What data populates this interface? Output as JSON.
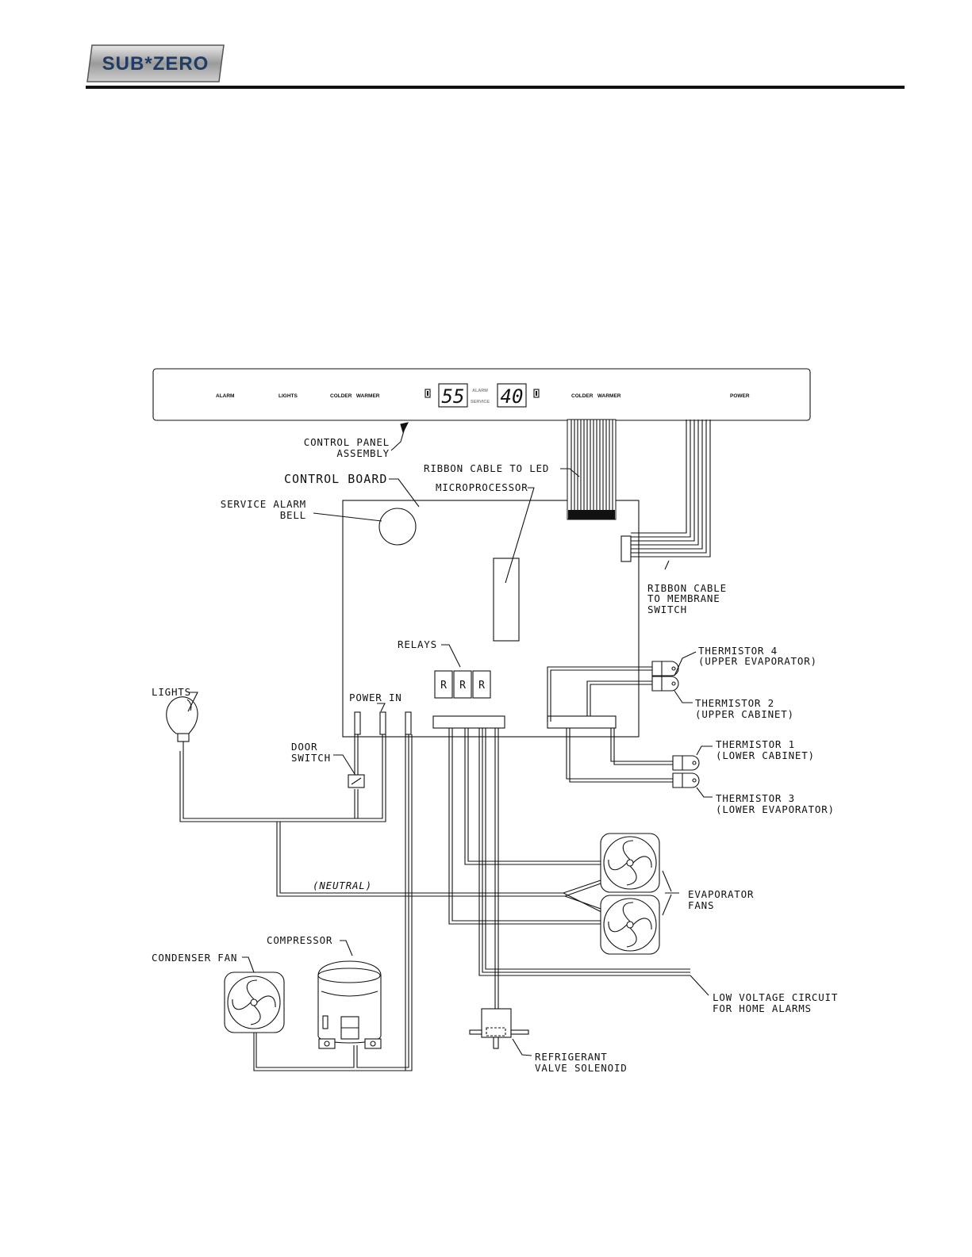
{
  "header": {
    "logo_text": "SUB*ZERO"
  },
  "control_panel": {
    "labels": {
      "alarm": "ALARM",
      "lights": "LIGHTS",
      "colder_warmer_left": "COLDER   WARMER",
      "colder_warmer_right": "COLDER   WARMER",
      "power": "POWER",
      "alarm_indicator": "ALARM",
      "service_indicator": "SERVICE"
    },
    "display_left": "55",
    "display_right": "40"
  },
  "relays": [
    "R",
    "R",
    "R"
  ],
  "callouts": {
    "control_panel_assembly": [
      "CONTROL PANEL",
      "ASSEMBLY"
    ],
    "control_board": "CONTROL BOARD",
    "ribbon_cable_led": "RIBBON CABLE TO LED",
    "microprocessor": "MICROPROCESSOR",
    "service_alarm_bell": [
      "SERVICE ALARM",
      "BELL"
    ],
    "ribbon_cable_membrane": [
      "RIBBON CABLE",
      "TO MEMBRANE",
      "SWITCH"
    ],
    "relays": "RELAYS",
    "thermistor_4": [
      "THERMISTOR 4",
      "(UPPER EVAPORATOR)"
    ],
    "thermistor_2": [
      "THERMISTOR 2",
      "(UPPER CABINET)"
    ],
    "thermistor_1": [
      "THERMISTOR 1",
      "(LOWER CABINET)"
    ],
    "thermistor_3": [
      "THERMISTOR 3",
      "(LOWER EVAPORATOR)"
    ],
    "lights": "LIGHTS",
    "power_in": "POWER IN",
    "door_switch": [
      "DOOR",
      "SWITCH"
    ],
    "neutral": "(NEUTRAL)",
    "evaporator_fans": [
      "EVAPORATOR",
      "FANS"
    ],
    "compressor": "COMPRESSOR",
    "condenser_fan": "CONDENSER FAN",
    "low_voltage": [
      "LOW VOLTAGE CIRCUIT",
      "FOR HOME ALARMS"
    ],
    "refrigerant_valve": [
      "REFRIGERANT",
      "VALVE SOLENOID"
    ]
  }
}
